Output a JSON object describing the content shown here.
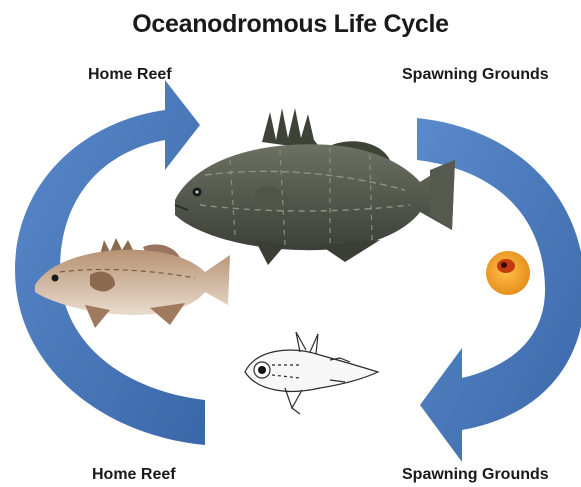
{
  "title": "Oceanodromous Life Cycle",
  "labels": {
    "top_left": "Home Reef",
    "top_right": "Spawning Grounds",
    "bottom_left": "Home Reef",
    "bottom_right": "Spawning Grounds"
  },
  "colors": {
    "arrow_dark": "#3a67a8",
    "arrow_light": "#5a8acb",
    "fish_adult": "#4b5245",
    "fish_juvenile": "#a88466",
    "egg_outer": "#f3a62c",
    "egg_inner": "#c03010"
  }
}
